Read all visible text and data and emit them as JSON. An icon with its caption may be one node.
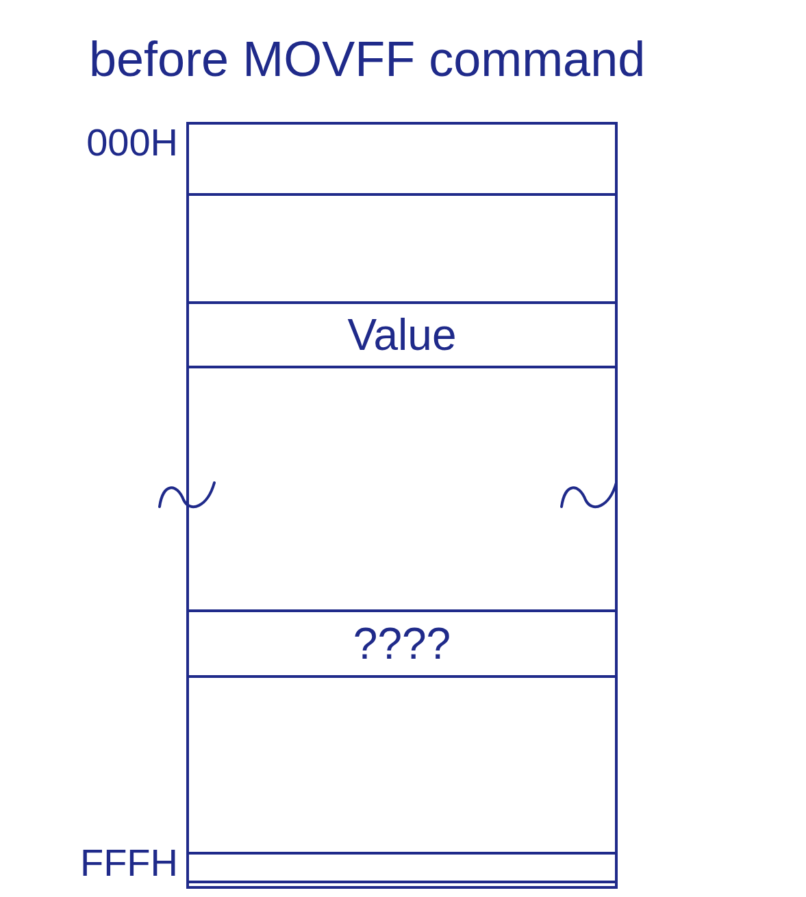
{
  "diagram": {
    "title": "before MOVFF command",
    "nodes": [
      {
        "text": [],
        "shape": "box"
      },
      {
        "text": [],
        "shape": "box",
        "in": 0
      },
      {
        "text": [
          "Value"
        ],
        "in": 0
      },
      {
        "text": [
          "????"
        ],
        "in": 0
      },
      {
        "text": [],
        "shape": "box",
        "in": 0
      }
    ],
    "labels": [
      "000H",
      "FFFH"
    ]
  }
}
